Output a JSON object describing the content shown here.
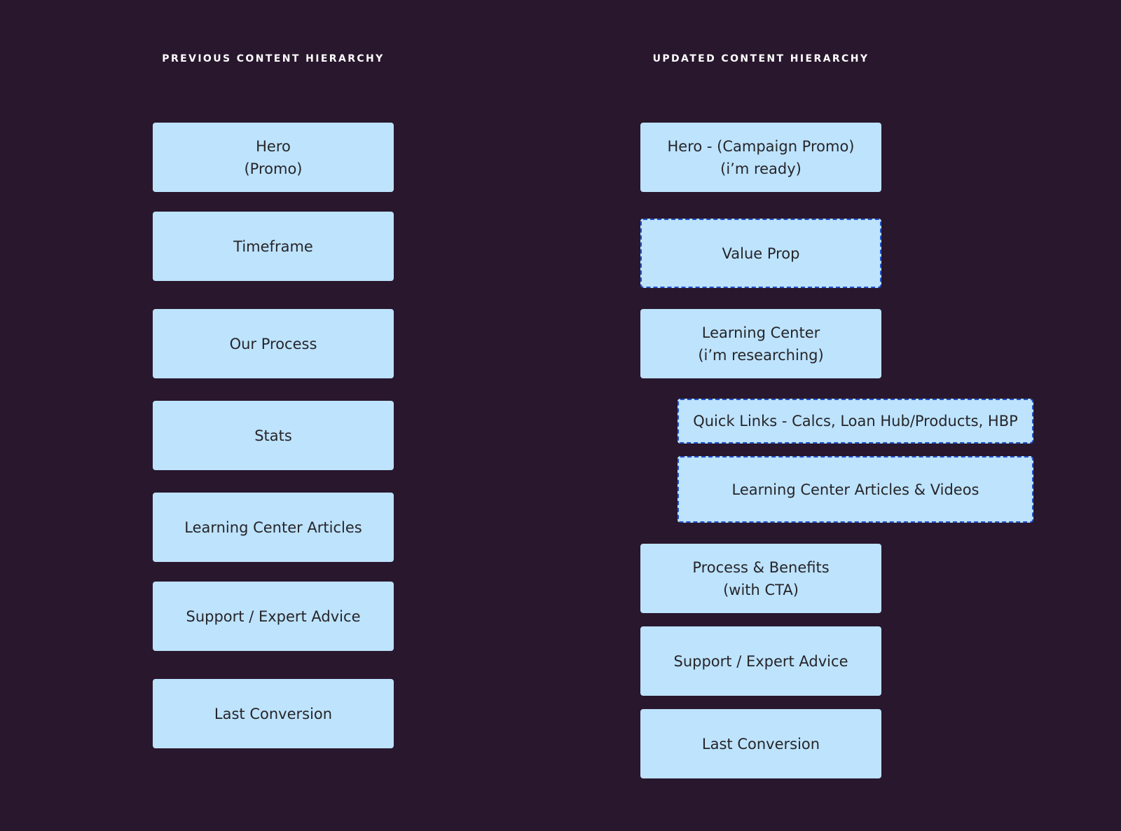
{
  "previous": {
    "title": "PREVIOUS CONTENT HIERARCHY",
    "hero": {
      "line1": "Hero",
      "line2": "(Promo)"
    },
    "timeframe": "Timeframe",
    "our_process": "Our Process",
    "stats": "Stats",
    "learning_center_articles": "Learning Center Articles",
    "support": "Support / Expert Advice",
    "last_conversion": "Last Conversion"
  },
  "updated": {
    "title": "UPDATED CONTENT HIERARCHY",
    "hero": {
      "line1": "Hero - (Campaign Promo)",
      "line2": "(i’m ready)"
    },
    "value_prop": "Value Prop",
    "learning_center": {
      "line1": "Learning Center",
      "line2": "(i’m researching)"
    },
    "quick_links": "Quick Links - Calcs, Loan Hub/Products, HBP",
    "articles_videos": "Learning Center Articles & Videos",
    "process_benefits": {
      "line1": "Process & Benefits",
      "line2": "(with CTA)"
    },
    "support": "Support / Expert Advice",
    "last_conversion": "Last Conversion"
  },
  "colors": {
    "background": "#28172d",
    "box_fill": "#bee3fc",
    "box_text": "#25252a",
    "new_item_dashed_border": "#2352c8",
    "title_text": "#ffffff"
  }
}
